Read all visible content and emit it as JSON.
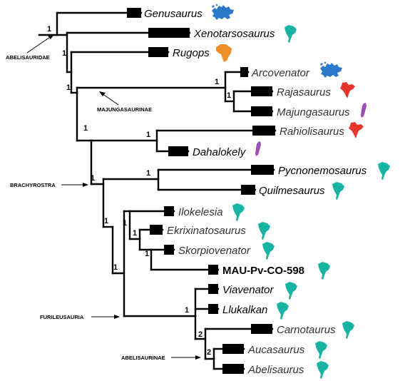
{
  "taxa": [
    {
      "name": "Genusaurus",
      "region": "europe",
      "color": "#2b78c8"
    },
    {
      "name": "Xenotarsosaurus",
      "region": "south-america",
      "color": "#17b3a3"
    },
    {
      "name": "Rugops",
      "region": "africa",
      "color": "#f0902a"
    },
    {
      "name": "Arcovenator",
      "region": "europe",
      "color": "#2b78c8"
    },
    {
      "name": "Rajasaurus",
      "region": "india",
      "color": "#e8352c"
    },
    {
      "name": "Majungasaurus",
      "region": "madagascar",
      "color": "#9b4fb5"
    },
    {
      "name": "Rahiolisaurus",
      "region": "india",
      "color": "#e8352c"
    },
    {
      "name": "Dahalokely",
      "region": "madagascar",
      "color": "#9b4fb5"
    },
    {
      "name": "Pycnonemosaurus",
      "region": "south-america",
      "color": "#17b3a3"
    },
    {
      "name": "Quilmesaurus",
      "region": "south-america",
      "color": "#17b3a3"
    },
    {
      "name": "Ilokelesia",
      "region": "south-america",
      "color": "#17b3a3"
    },
    {
      "name": "Ekrixinatosaurus",
      "region": "south-america",
      "color": "#17b3a3"
    },
    {
      "name": "Skorpiovenator",
      "region": "south-america",
      "color": "#17b3a3"
    },
    {
      "name": "MAU-Pv-CO-598",
      "region": "south-america",
      "color": "#17b3a3"
    },
    {
      "name": "Viavenator",
      "region": "south-america",
      "color": "#17b3a3"
    },
    {
      "name": "Llukalkan",
      "region": "south-america",
      "color": "#17b3a3"
    },
    {
      "name": "Carnotaurus",
      "region": "south-america",
      "color": "#17b3a3"
    },
    {
      "name": "Aucasaurus",
      "region": "south-america",
      "color": "#17b3a3"
    },
    {
      "name": "Abelisaurus",
      "region": "south-america",
      "color": "#17b3a3"
    }
  ],
  "clades": {
    "abelisauridae": "ABELISAURIDAE",
    "majungasaurinae": "MAJUNGASAURINAE",
    "brachyrostra": "BRACHYROSTRA",
    "furileusauria": "FURILEUSAURIA",
    "abelisaurinae": "ABELISAURINAE"
  },
  "support_values": {
    "abelisauridae": "1",
    "node_a": "1",
    "node_b": "1",
    "majungasaurinae": "1",
    "raja_majunga": "1",
    "node_c": "1",
    "rahiolisaurus_dahalokely": "1",
    "brachyrostra": "1",
    "pycnonemosaurus_quilmesaurus": "1",
    "node_d": "1",
    "node_e": "1",
    "node_f": "1",
    "node_g": "1",
    "node_h": "1",
    "furileusauria": "1",
    "abelisaurinae": "2",
    "aucasaurus_abelisaurus": "2"
  },
  "colors": {
    "europe": "#2b78c8",
    "south_america": "#17b3a3",
    "africa": "#f0902a",
    "india": "#e8352c",
    "madagascar": "#9b4fb5"
  }
}
